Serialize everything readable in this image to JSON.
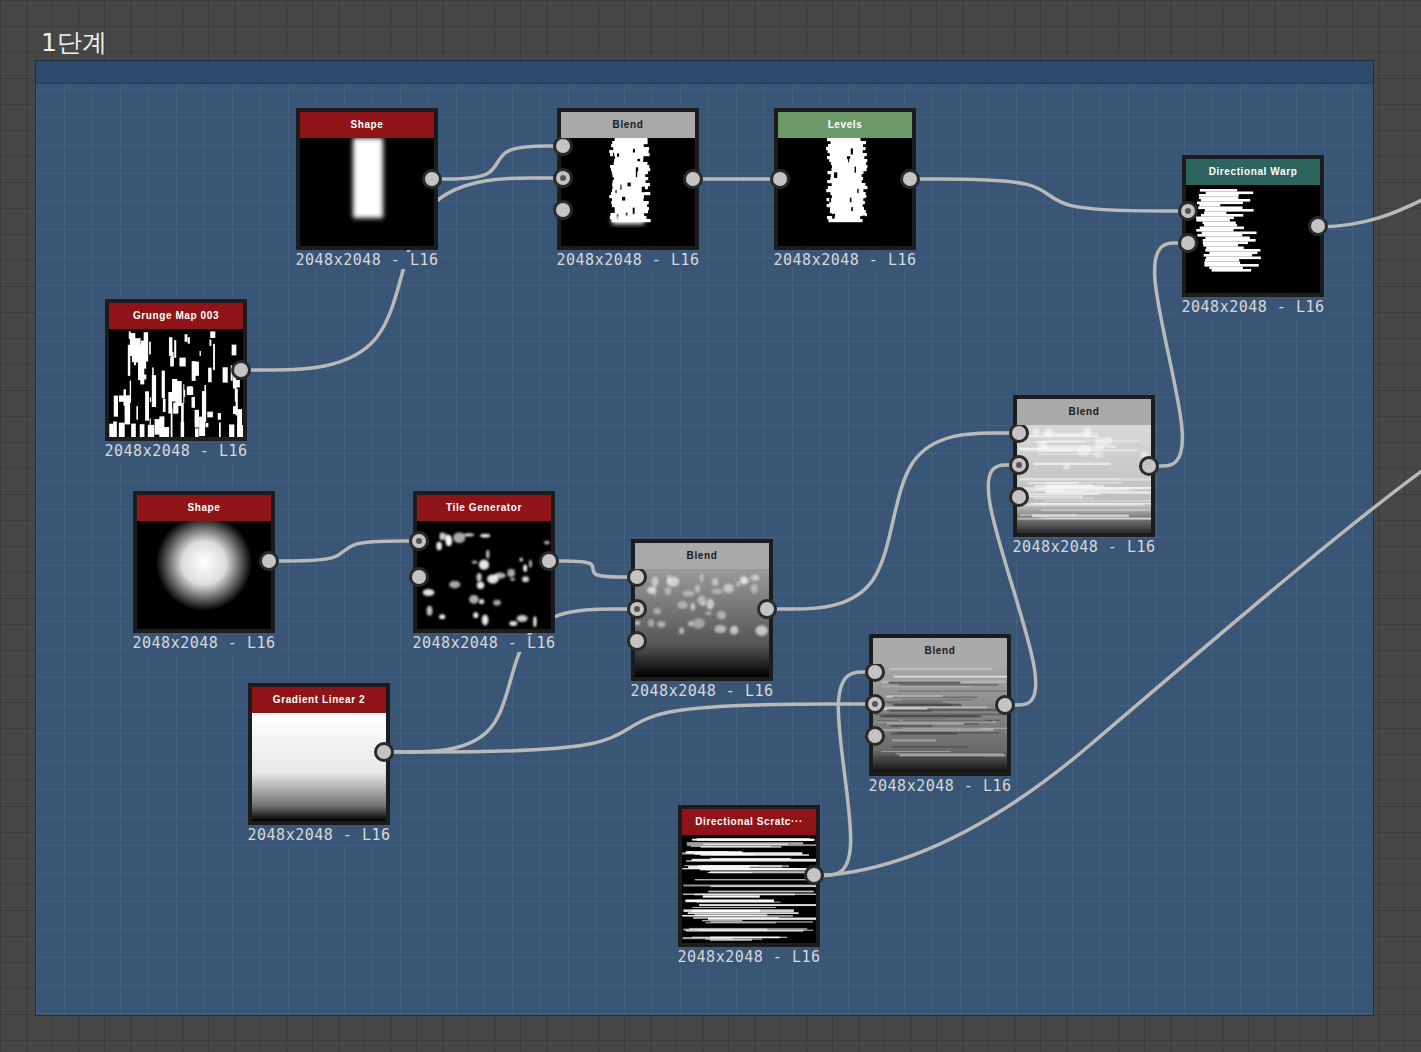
{
  "diagram": {
    "nodes": [
      {
        "text": [
          "1단계"
        ]
      },
      {
        "text": [
          "Shape",
          "2048x2048 - L16"
        ],
        "in": 0
      },
      {
        "text": [
          "Blend",
          "2048x2048 - L16"
        ],
        "in": 0
      },
      {
        "text": [
          "Levels",
          "2048x2048 - L16"
        ],
        "in": 0
      },
      {
        "text": [
          "Directional Warp",
          "2048x2048 - L16"
        ],
        "in": 0
      },
      {
        "text": [
          "Grunge Map 003",
          "2048x2048 - L16"
        ],
        "in": 0
      },
      {
        "text": [
          "Blend",
          "2048x2048 - L16"
        ],
        "in": 0
      },
      {
        "text": [
          "Shape",
          "2048x2048 - L16"
        ],
        "in": 0
      },
      {
        "text": [
          "Tile Generator",
          "2048x2048 - L16"
        ],
        "in": 0
      },
      {
        "text": [
          "Blend",
          "2048x2048 - L16"
        ],
        "in": 0
      },
      {
        "text": [
          "Blend",
          "2048x2048 - L16"
        ],
        "in": 0
      },
      {
        "text": [
          "Gradient Linear 2",
          "2048x2048 - L16"
        ],
        "in": 0
      },
      {
        "text": [
          "Directional Scratc···",
          "2048x2048 - L16"
        ],
        "in": 0
      }
    ],
    "edges": [
      {
        "from": 1,
        "to": 2,
        "arrow": "none"
      },
      {
        "from": 5,
        "to": 2,
        "arrow": "none"
      },
      {
        "from": 2,
        "to": 3,
        "arrow": "none"
      },
      {
        "from": 3,
        "to": 4,
        "arrow": "none"
      },
      {
        "from": 6,
        "to": 4,
        "arrow": "none"
      },
      {
        "from": 7,
        "to": 8,
        "arrow": "none"
      },
      {
        "from": 8,
        "to": 9,
        "arrow": "none"
      },
      {
        "from": 11,
        "to": 9,
        "arrow": "none"
      },
      {
        "from": 9,
        "to": 6,
        "arrow": "none"
      },
      {
        "from": 11,
        "to": 10,
        "arrow": "none"
      },
      {
        "from": 10,
        "to": 6,
        "arrow": "none"
      },
      {
        "from": 12,
        "to": 10,
        "arrow": "none"
      }
    ]
  }
}
